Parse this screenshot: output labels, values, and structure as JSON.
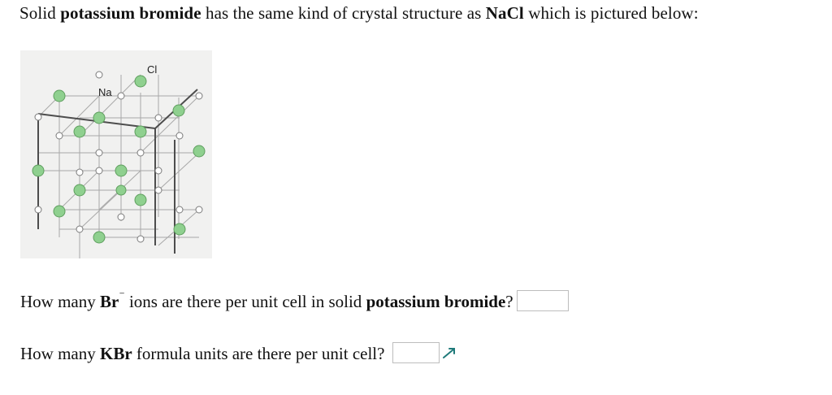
{
  "intro": {
    "text_1": "Solid ",
    "text_2_bold": "potassium bromide",
    "text_3": " has the same kind of crystal structure as ",
    "text_4_bold": "NaCl",
    "text_5": " which is pictured below:"
  },
  "figure": {
    "label_na": "Na",
    "label_cl": "Cl",
    "colors": {
      "cl_atom": "#8fd08f",
      "na_atom": "#ffffff",
      "bond": "#9a9a9a",
      "edge": "#555555"
    }
  },
  "question_1": {
    "text_1": "How many ",
    "text_2_bold": "Br",
    "text_charge": "⁻",
    "text_3": " ions are there per unit cell in solid ",
    "text_4_bold": "potassium bromide",
    "text_5": "?",
    "answer_value": ""
  },
  "question_2": {
    "text_1": "How many ",
    "text_2_bold": "KBr",
    "text_3": " formula units are there per unit cell?",
    "answer_value": ""
  },
  "icons": {
    "answer_indicator": "pencil-arrow-icon"
  }
}
